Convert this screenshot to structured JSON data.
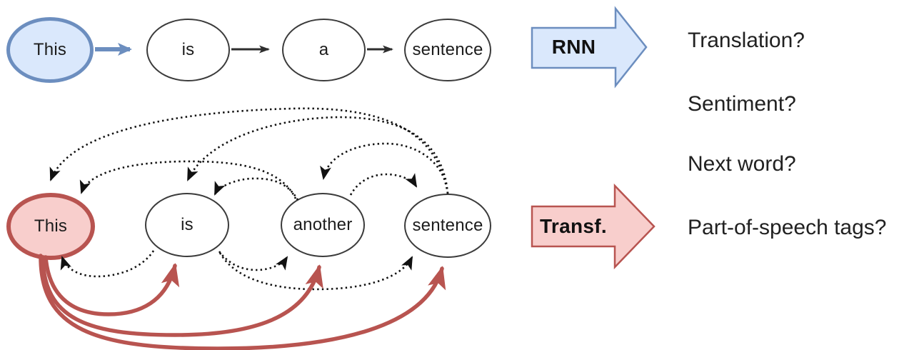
{
  "rnn_row": {
    "arrow_label": "RNN",
    "nodes": [
      {
        "label": "This",
        "highlighted": true
      },
      {
        "label": "is",
        "highlighted": false
      },
      {
        "label": "a",
        "highlighted": false
      },
      {
        "label": "sentence",
        "highlighted": false
      }
    ],
    "edges": [
      "This→is",
      "is→a",
      "a→sentence"
    ]
  },
  "transformer_row": {
    "arrow_label": "Transf.",
    "nodes": [
      {
        "label": "This",
        "highlighted": true
      },
      {
        "label": "is",
        "highlighted": false
      },
      {
        "label": "another",
        "highlighted": false
      },
      {
        "label": "sentence",
        "highlighted": false
      }
    ],
    "dotted_attention_edges": [
      "sentence→This",
      "sentence→is",
      "sentence→another",
      "another→This",
      "another→is",
      "another→sentence",
      "is→This",
      "is→another",
      "is→sentence"
    ],
    "highlighted_attention_edges": [
      "This→is",
      "This→another",
      "This→sentence"
    ]
  },
  "questions": [
    "Translation?",
    "Sentiment?",
    "Next word?",
    "Part-of-speech tags?"
  ],
  "colors": {
    "blue_fill": "#dae8fc",
    "blue_stroke": "#6c8ebf",
    "red_fill": "#f8cecc",
    "red_stroke": "#b85450",
    "node_stroke": "#3b3b3b",
    "edge_black": "#1a1a1a",
    "text": "#212121"
  }
}
